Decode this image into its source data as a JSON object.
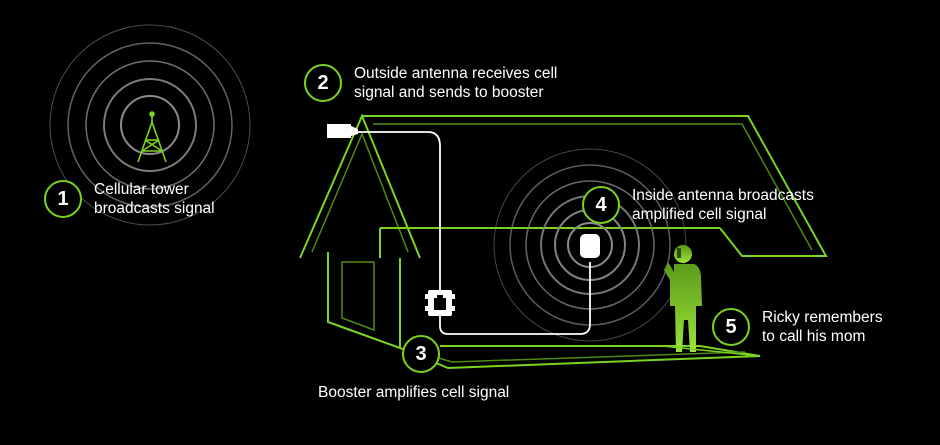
{
  "colors": {
    "accent": "#7bd321",
    "accent_dim": "#3f6e12",
    "background": "#000000",
    "ring": "#8a8a8a",
    "cable": "#ffffff",
    "text": "#ffffff"
  },
  "icons": {
    "tower": "cell-tower-icon",
    "outside_antenna": "outside-antenna-icon",
    "booster": "booster-icon",
    "inside_antenna": "inside-antenna-icon",
    "person": "person-on-phone-icon"
  },
  "steps": [
    {
      "number": "1",
      "line1": "Cellular tower",
      "line2": "broadcasts signal"
    },
    {
      "number": "2",
      "line1": "Outside antenna receives cell",
      "line2": "signal and sends to booster"
    },
    {
      "number": "3",
      "line1": "Booster amplifies cell signal",
      "line2": ""
    },
    {
      "number": "4",
      "line1": "Inside antenna broadcasts",
      "line2": "amplified cell signal"
    },
    {
      "number": "5",
      "line1": "Ricky remembers",
      "line2": "to call his mom"
    }
  ]
}
